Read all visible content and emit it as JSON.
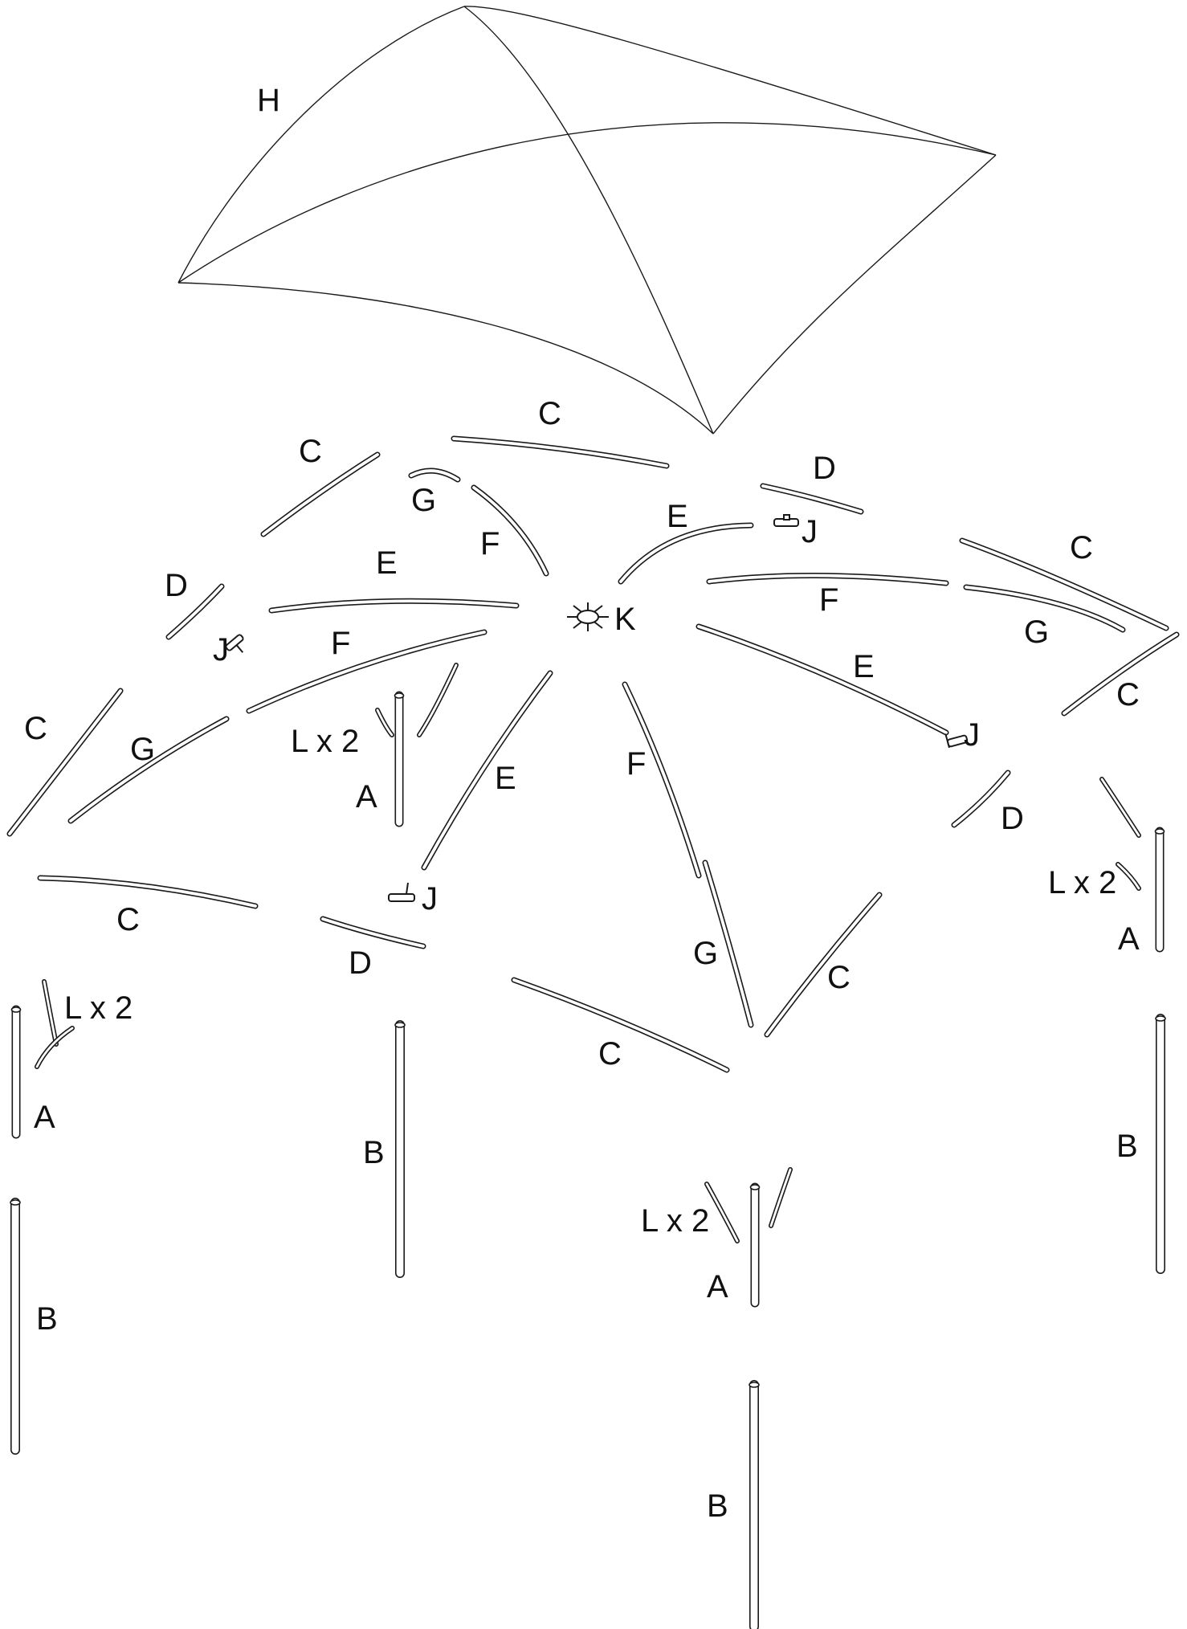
{
  "diagram": {
    "colors": {
      "line": "#1a1a1a",
      "background": "#ffffff"
    },
    "labels": {
      "canopy": "H",
      "hub": "K",
      "leg_top": "A",
      "leg_bottom": "B",
      "rafter_c": "C",
      "rafter_d": "D",
      "rafter_e": "E",
      "rafter_f": "F",
      "rafter_g": "G",
      "connector_j": "J",
      "brace_l": "L x 2"
    }
  }
}
